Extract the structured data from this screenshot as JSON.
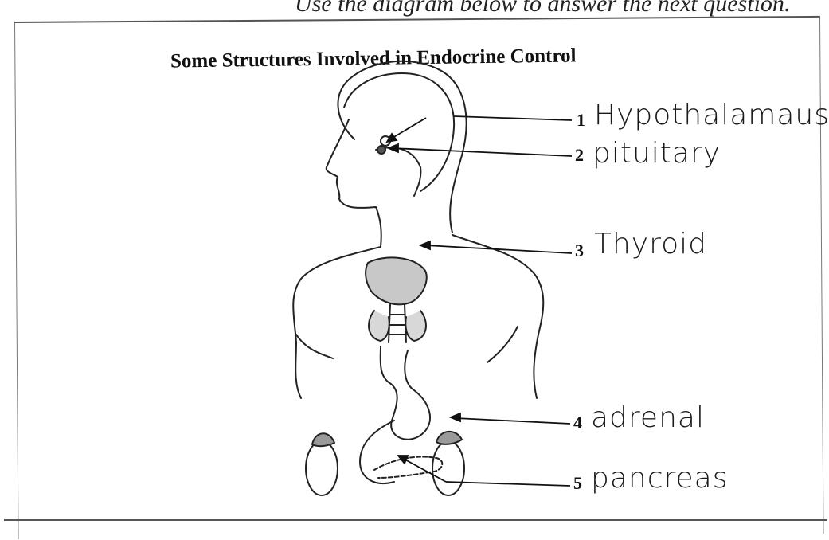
{
  "header": {
    "caption": "Use the diagram below to answer the next question."
  },
  "diagram": {
    "title": "Some Structures Involved in Endocrine Control",
    "labels": [
      {
        "number": "1",
        "handwritten": "Hypothalamaus"
      },
      {
        "number": "2",
        "handwritten": "pituitary"
      },
      {
        "number": "3",
        "handwritten": "Thyroid"
      },
      {
        "number": "4",
        "handwritten": "adrenal"
      },
      {
        "number": "5",
        "handwritten": "pancreas"
      }
    ]
  }
}
